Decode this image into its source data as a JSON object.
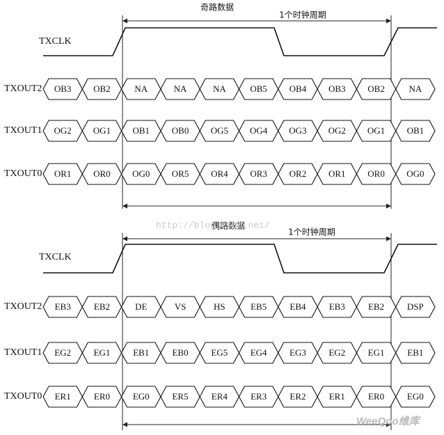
{
  "watermark": "http://blog.csdn.net/",
  "brand": "WeeQoo维库",
  "sections": [
    {
      "title": "奇路数据",
      "period_label": "1个时钟周期",
      "clock_label": "TXCLK",
      "rows": [
        {
          "label": "TXOUT2",
          "cells": [
            "OB3",
            "OB2",
            "NA",
            "NA",
            "NA",
            "OB5",
            "OB4",
            "OB3",
            "OB2",
            "NA"
          ]
        },
        {
          "label": "TXOUT1",
          "cells": [
            "OG2",
            "OG1",
            "OB1",
            "OB0",
            "OG5",
            "OG4",
            "OG3",
            "OG2",
            "OG1",
            "OB1"
          ]
        },
        {
          "label": "TXOUT0",
          "cells": [
            "OR1",
            "OR0",
            "OG0",
            "OR5",
            "OR4",
            "OR3",
            "OR2",
            "OR1",
            "OR0",
            "OG0"
          ]
        }
      ]
    },
    {
      "title": "偶路数据",
      "period_label": "1个时钟周期",
      "clock_label": "TXCLK",
      "rows": [
        {
          "label": "TXOUT2",
          "cells": [
            "EB3",
            "EB2",
            "DE",
            "VS",
            "HS",
            "EB5",
            "EB4",
            "EB3",
            "EB2",
            "DSP"
          ]
        },
        {
          "label": "TXOUT1",
          "cells": [
            "EG2",
            "EG1",
            "EB1",
            "EB0",
            "EG5",
            "EG4",
            "EG3",
            "EG2",
            "EG1",
            "EB1"
          ]
        },
        {
          "label": "TXOUT0",
          "cells": [
            "ER1",
            "ER0",
            "EG0",
            "ER5",
            "ER4",
            "ER3",
            "ER2",
            "ER1",
            "ER0",
            "EG0"
          ]
        }
      ]
    }
  ]
}
